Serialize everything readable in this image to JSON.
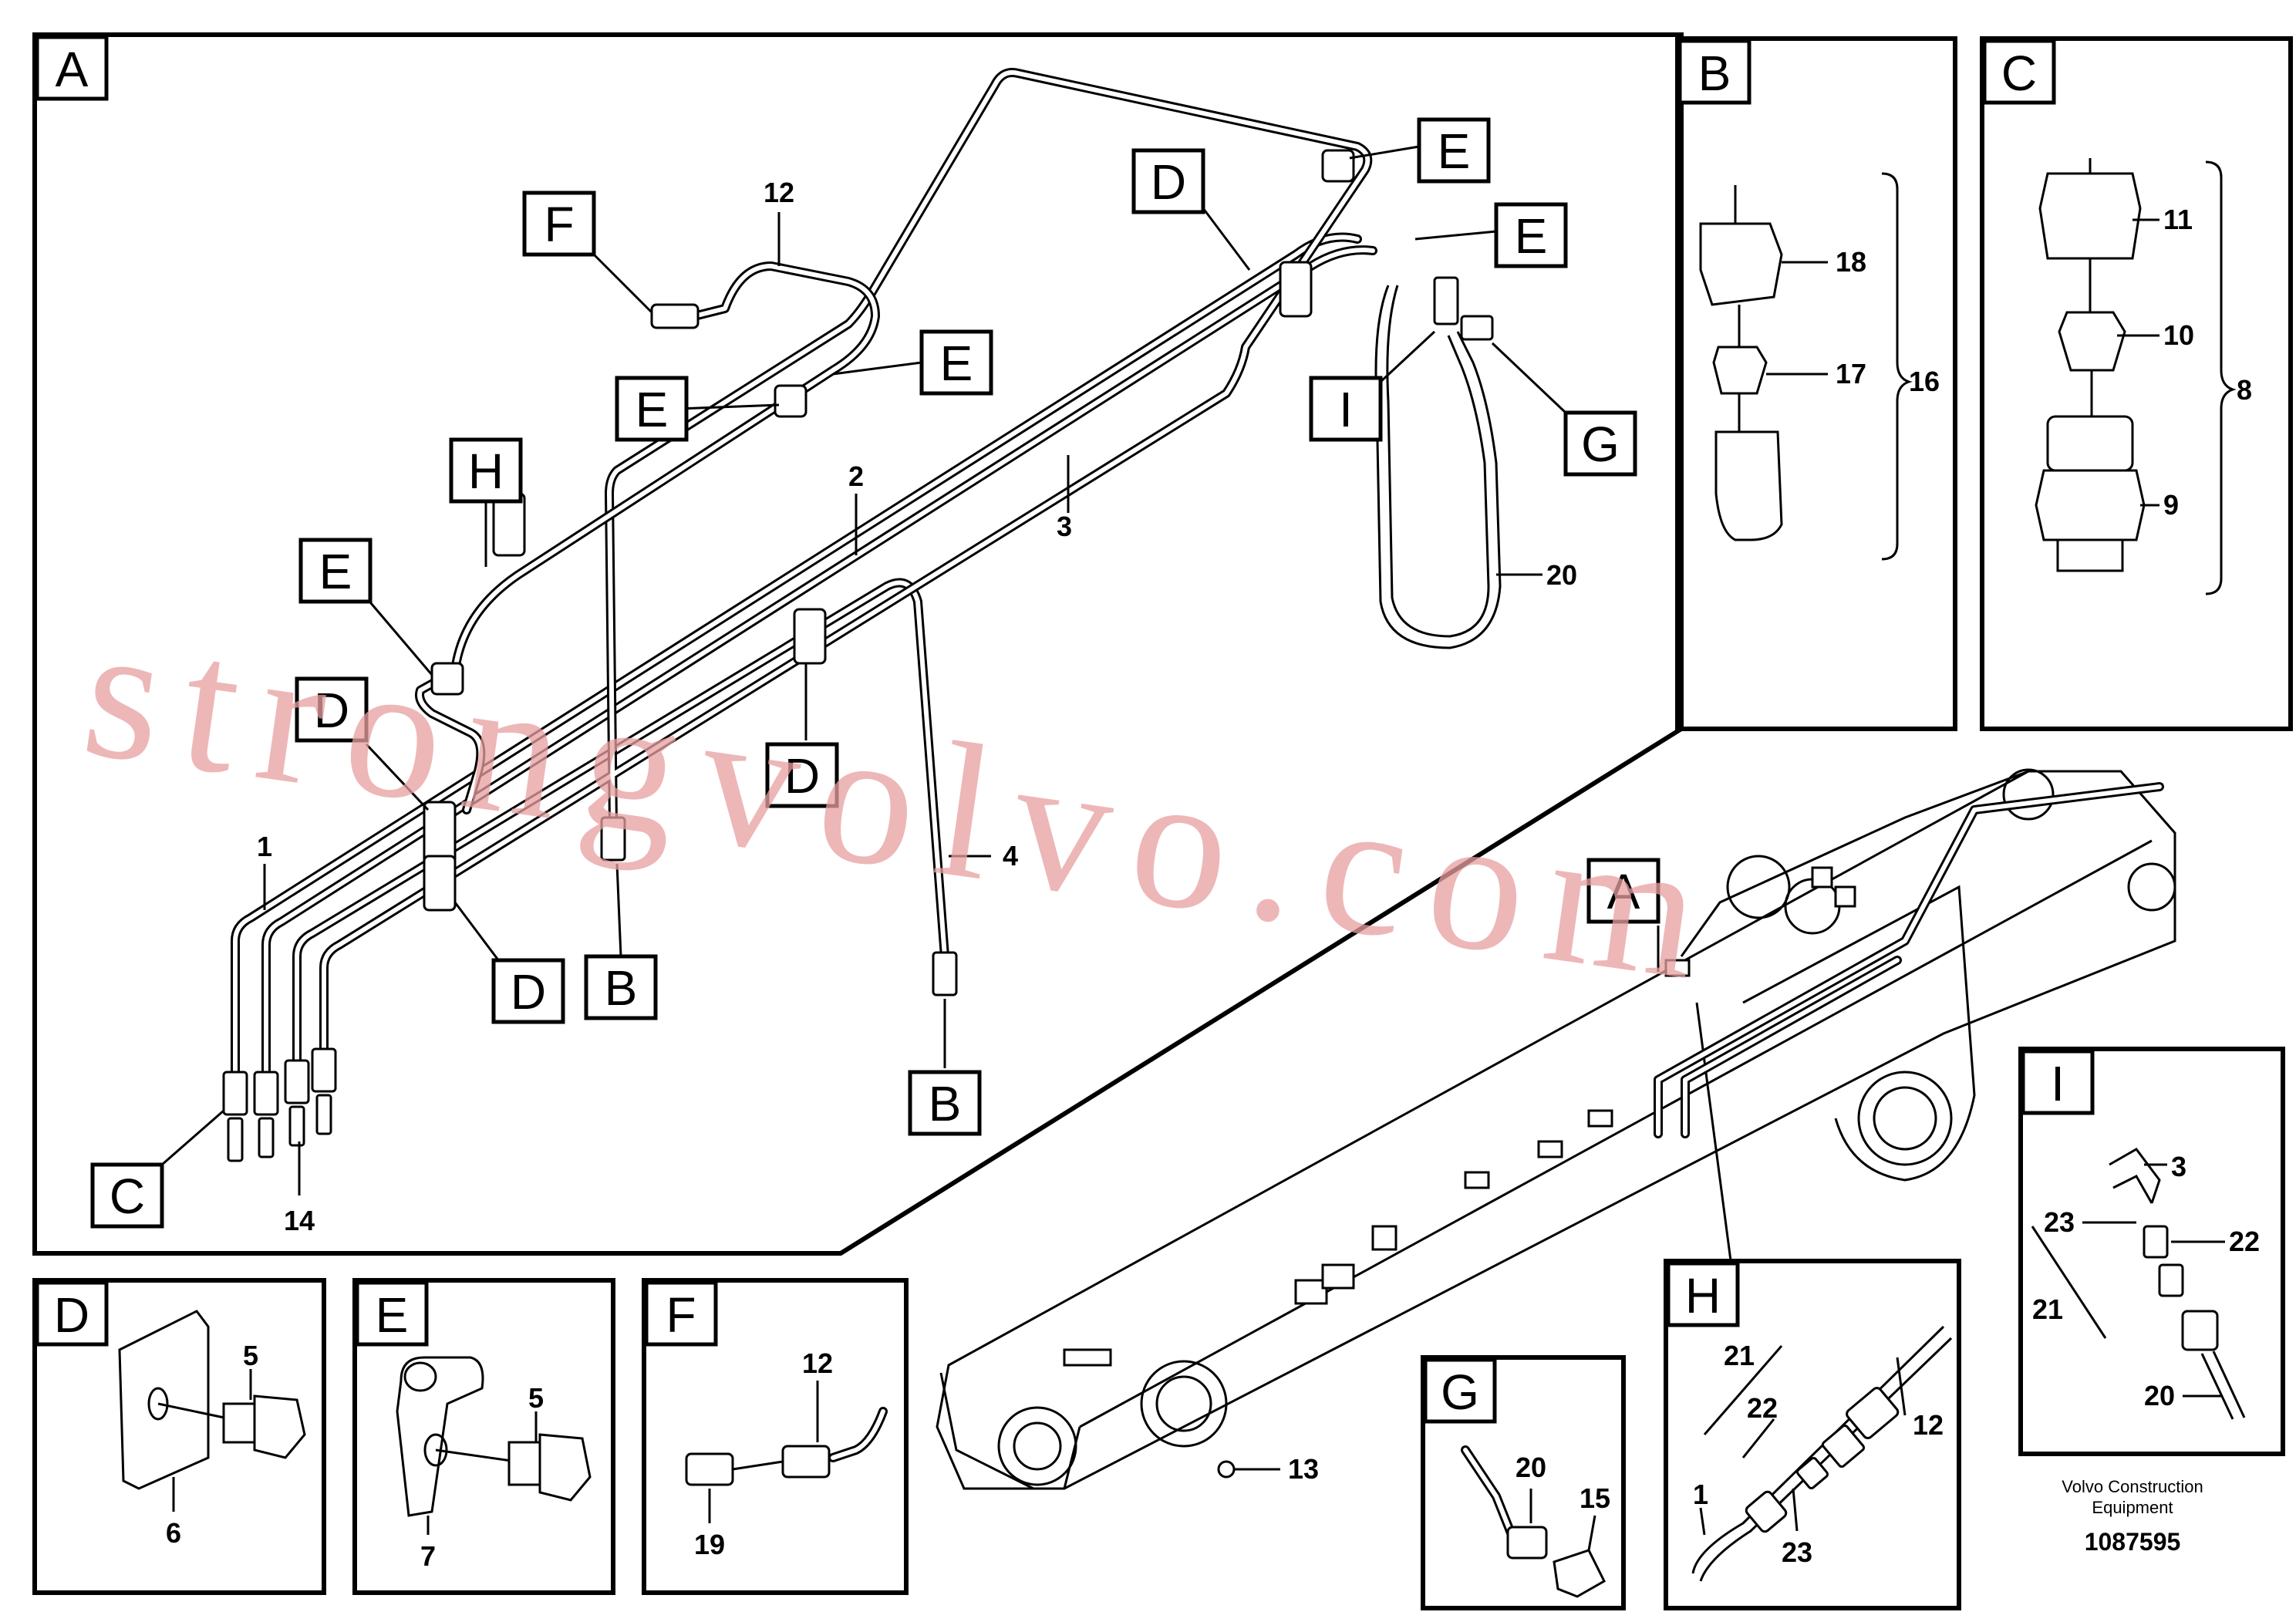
{
  "frames": {
    "A": "A",
    "B": "B",
    "C": "C",
    "D": "D",
    "E": "E",
    "F": "F",
    "G": "G",
    "H": "H",
    "I": "I"
  },
  "callouts": {
    "E": "E",
    "D": "D",
    "F": "F",
    "H": "H",
    "I": "I",
    "G": "G",
    "C": "C",
    "B": "B",
    "A": "A"
  },
  "parts": {
    "p1": "1",
    "p2": "2",
    "p3": "3",
    "p4": "4",
    "p5": "5",
    "p6": "6",
    "p7": "7",
    "p8": "8",
    "p9": "9",
    "p10": "10",
    "p11": "11",
    "p12": "12",
    "p13": "13",
    "p14": "14",
    "p15": "15",
    "p16": "16",
    "p17": "17",
    "p18": "18",
    "p19": "19",
    "p20": "20",
    "p21": "21",
    "p22": "22",
    "p23": "23"
  },
  "watermark": "strongvolvo.com",
  "footer": {
    "company_line1": "Volvo Construction",
    "company_line2": "Equipment",
    "drawing_number": "1087595"
  }
}
